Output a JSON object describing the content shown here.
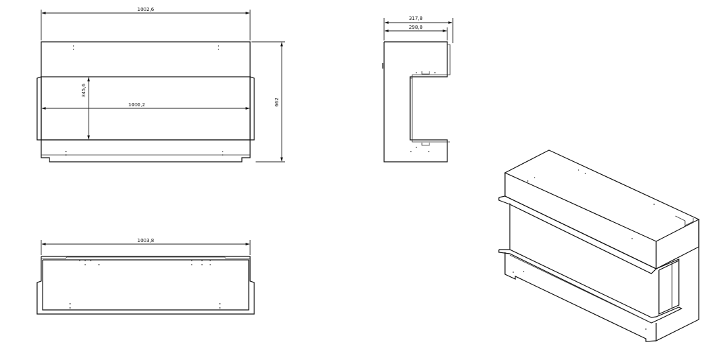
{
  "dimensions": {
    "front_width": "1002,6",
    "front_height": "662",
    "front_inner_height": "345,6",
    "front_inner_width": "1000,2",
    "side_depth_outer": "317,8",
    "side_depth_inner": "298,8",
    "bottom_width": "1003,8"
  },
  "colors": {
    "line": "#111111",
    "background": "#ffffff"
  }
}
